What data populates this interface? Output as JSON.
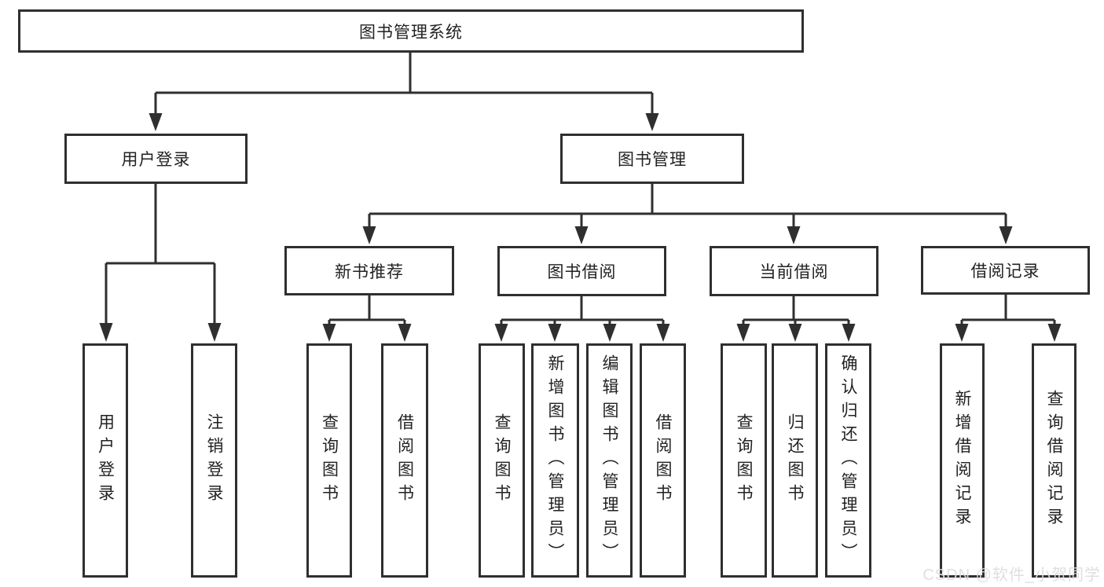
{
  "colors": {
    "background": "#ffffff",
    "line": "#2f2f2f",
    "box_border": "#2f2f2f",
    "text": "#222222",
    "watermark": "#dddddd"
  },
  "diagram_type": "hierarchical-function-tree",
  "tree": {
    "label": "图书管理系统",
    "children": [
      {
        "label": "用户登录",
        "children": [
          {
            "label": "用户登录"
          },
          {
            "label": "注销登录"
          }
        ]
      },
      {
        "label": "图书管理",
        "children": [
          {
            "label": "新书推荐",
            "children": [
              {
                "label": "查询图书"
              },
              {
                "label": "借阅图书"
              }
            ]
          },
          {
            "label": "图书借阅",
            "children": [
              {
                "label": "查询图书"
              },
              {
                "label": "新增图书（管理员）"
              },
              {
                "label": "编辑图书（管理员）"
              },
              {
                "label": "借阅图书"
              }
            ]
          },
          {
            "label": "当前借阅",
            "children": [
              {
                "label": "查询图书"
              },
              {
                "label": "归还图书"
              },
              {
                "label": "确认归还（管理员）"
              }
            ]
          },
          {
            "label": "借阅记录",
            "children": [
              {
                "label": "新增借阅记录"
              },
              {
                "label": "查询借阅记录"
              }
            ]
          }
        ]
      }
    ]
  },
  "watermark": {
    "text": "CSDN @软件_小贺同学"
  }
}
